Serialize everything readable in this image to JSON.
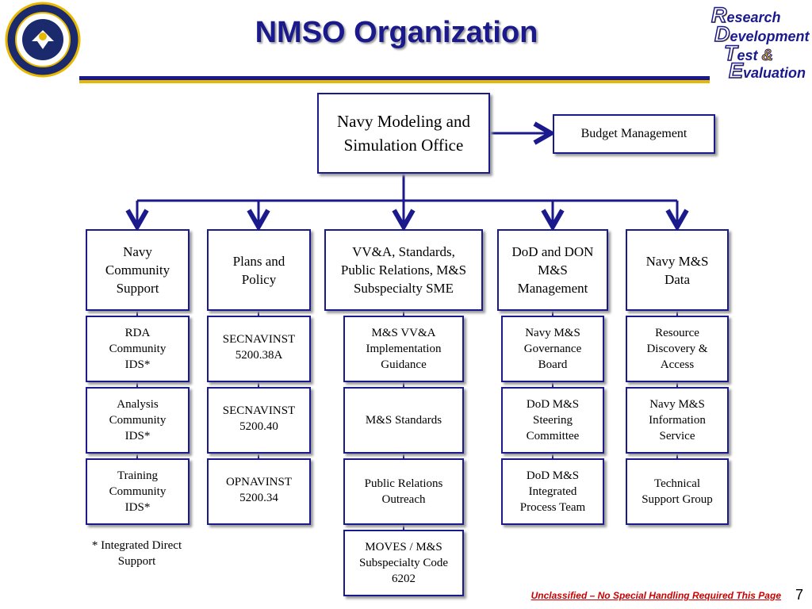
{
  "title": "NMSO Organization",
  "rdte": {
    "r": "R",
    "r_rest": "esearch",
    "d": "D",
    "d_rest": "evelopment",
    "t": "T",
    "t_rest": "est",
    "amp": "&",
    "e": "E",
    "e_rest": "valuation"
  },
  "root": "Navy Modeling and Simulation Office",
  "budget": "Budget Management",
  "columns": [
    {
      "head": "Navy Community Support",
      "items": [
        "RDA Community IDS*",
        "Analysis Community IDS*",
        "Training Community IDS*"
      ]
    },
    {
      "head": "Plans and Policy",
      "items": [
        "SECNAVINST 5200.38A",
        "SECNAVINST 5200.40",
        "OPNAVINST 5200.34"
      ]
    },
    {
      "head": "VV&A, Standards, Public Relations, M&S Subspecialty SME",
      "items": [
        "M&S VV&A Implementation Guidance",
        "M&S Standards",
        "Public Relations Outreach",
        "MOVES / M&S Subspecialty Code 6202"
      ]
    },
    {
      "head": "DoD and DON M&S Management",
      "items": [
        "Navy M&S Governance Board",
        "DoD M&S Steering Committee",
        "DoD M&S Integrated Process Team"
      ]
    },
    {
      "head": "Navy M&S Data",
      "items": [
        "Resource Discovery & Access",
        "Navy M&S Information Service",
        "Technical Support Group"
      ]
    }
  ],
  "footnote": "* Integrated Direct Support",
  "footer": "Unclassified – No Special Handling Required This Page",
  "page_number": "7",
  "colors": {
    "navy": "#1a1a8c",
    "gold": "#e8b800",
    "footer_red": "#cc0000"
  }
}
